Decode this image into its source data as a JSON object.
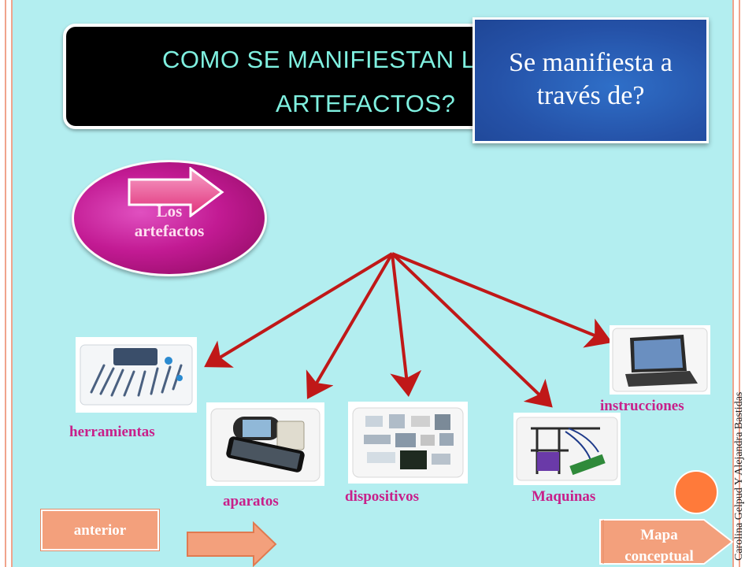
{
  "title": {
    "line1": "COMO SE MANIFIESTAN LOS",
    "line2": "ARTEFACTOS?"
  },
  "question_box": {
    "text": "Se manifiesta a través de?"
  },
  "central_node": {
    "line1": "Los",
    "line2": "artefactos"
  },
  "categories": [
    {
      "label": "herramientas",
      "image": "tools-image"
    },
    {
      "label": "aparatos",
      "image": "phones-image"
    },
    {
      "label": "dispositivos",
      "image": "devices-image"
    },
    {
      "label": "Maquinas",
      "image": "machine-image"
    },
    {
      "label": "instrucciones",
      "image": "laptop-image"
    }
  ],
  "navigation": {
    "previous_label": "anterior",
    "map_line1": "Mapa",
    "map_line2": "conceptual"
  },
  "credit": "Carolina Gelpud Y Alejandra Bastidas",
  "colors": {
    "background": "#b3eef0",
    "title_text": "#7ff0e0",
    "accent_magenta": "#c21a93",
    "label_color": "#c8208a",
    "arrow_red": "#c01818",
    "button_orange": "#f3a07c",
    "question_blue": "#2552a8"
  },
  "icons": {
    "forward_arrow": "arrow-right-icon",
    "pink_arrow": "arrow-right-icon"
  }
}
